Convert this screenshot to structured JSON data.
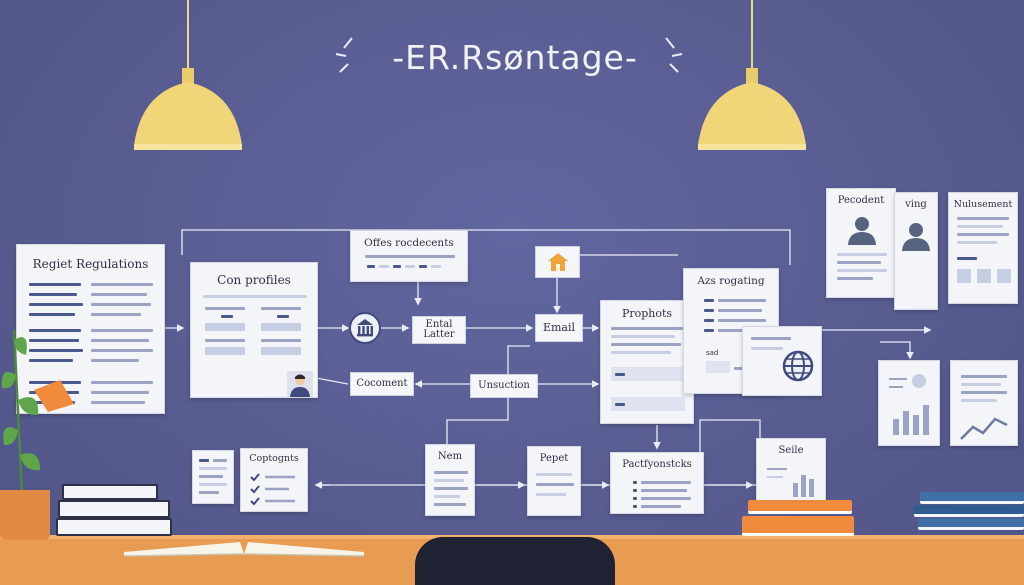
{
  "title": "-ER.Rsøntage-",
  "nodes": {
    "regulations": "Regiet Regulations",
    "profiles": "Con profiles",
    "offers": "Offes rocdecents",
    "ental_latter": "Ental\nLatter",
    "email": "Email",
    "prophots": "Prophots",
    "azs_rogating": "Azs rogating",
    "pecodent": "Pecodent",
    "ving": "ving",
    "nulusement": "Nulusement",
    "cocoment": "Cocoment",
    "unsuction": "Unsuction",
    "coptognts": "Coptognts",
    "nem": "Nem",
    "pepet": "Pepet",
    "pactfyonstcks": "Pactfyonstcks",
    "seile": "Seile",
    "sad": "sad"
  },
  "colors": {
    "background": "#5b5f93",
    "lamp": "#f0d579",
    "desk": "#e89b52",
    "wire": "#e9ebf5",
    "icon_blue": "#3f4b7d",
    "icon_orange": "#f0a43c"
  },
  "icons": [
    "lamp-icon",
    "bank-icon",
    "house-icon",
    "person-icon",
    "globe-icon",
    "chart-icon"
  ]
}
